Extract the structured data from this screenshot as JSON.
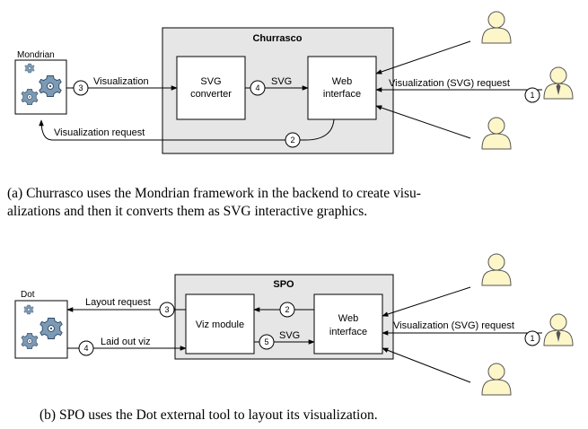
{
  "diagram_a": {
    "container_title": "Churrasco",
    "tool_label": "Mondrian",
    "converter_line1": "SVG",
    "converter_line2": "converter",
    "web_line1": "Web",
    "web_line2": "interface",
    "arrow_visualization": "Visualization",
    "arrow_svg": "SVG",
    "arrow_request": "Visualization (SVG) request",
    "arrow_vis_request": "Visualization request",
    "step_1": "1",
    "step_2": "2",
    "step_3": "3",
    "step_4": "4"
  },
  "caption_a": {
    "line1": "(a)  Churrasco uses the Mondrian framework in the backend to create visu-",
    "line2": "alizations and then it converts them as SVG interactive graphics."
  },
  "diagram_b": {
    "container_title": "SPO",
    "tool_label": "Dot",
    "module_label": "Viz module",
    "web_line1": "Web",
    "web_line2": "interface",
    "arrow_layout_request": "Layout request",
    "arrow_laid_out": "Laid out viz",
    "arrow_svg": "SVG",
    "arrow_request": "Visualization (SVG) request",
    "step_1": "1",
    "step_2": "2",
    "step_3": "3",
    "step_4": "4",
    "step_5": "5"
  },
  "caption_b": {
    "text": "(b)  SPO uses the Dot external tool to layout its visualization."
  },
  "colors": {
    "container_fill": "#e6e6e6",
    "person_fill": "#fdf6c8",
    "gear_fill": "#7d9ab5",
    "line": "#000000"
  },
  "icons": [
    "gear-icon",
    "person-icon",
    "person-with-tie-icon"
  ]
}
